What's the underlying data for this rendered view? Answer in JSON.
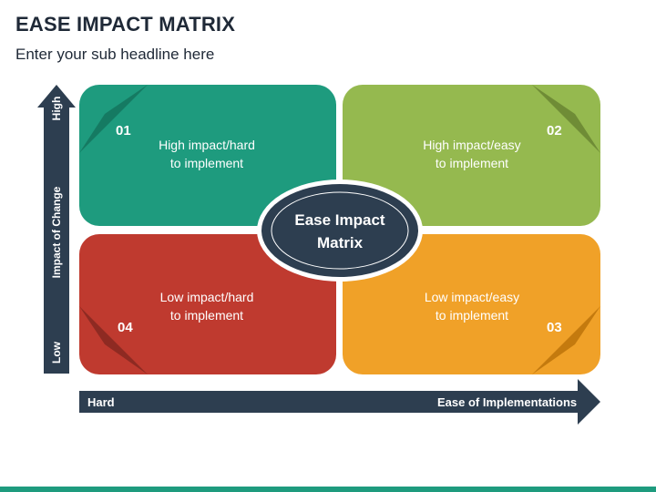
{
  "header": {
    "title": "EASE IMPACT MATRIX",
    "subtitle": "Enter your sub headline here"
  },
  "center": {
    "line1": "Ease Impact",
    "line2": "Matrix"
  },
  "quadrants": [
    {
      "number": "01",
      "line1": "High impact/hard",
      "line2": "to implement",
      "color": "#1e9b7e"
    },
    {
      "number": "02",
      "line1": "High impact/easy",
      "line2": "to implement",
      "color": "#95b94f"
    },
    {
      "number": "03",
      "line1": "Low impact/easy",
      "line2": "to implement",
      "color": "#f0a128"
    },
    {
      "number": "04",
      "line1": "Low impact/hard",
      "line2": "to implement",
      "color": "#bf3a2f"
    }
  ],
  "axes": {
    "vertical": {
      "top": "High",
      "middle": "Impact of Change",
      "bottom": "Low"
    },
    "horizontal": {
      "left": "Hard",
      "right": "Ease of Implementations"
    }
  },
  "colors": {
    "axis": "#2d3e50",
    "accent": "#1e9b7e"
  }
}
